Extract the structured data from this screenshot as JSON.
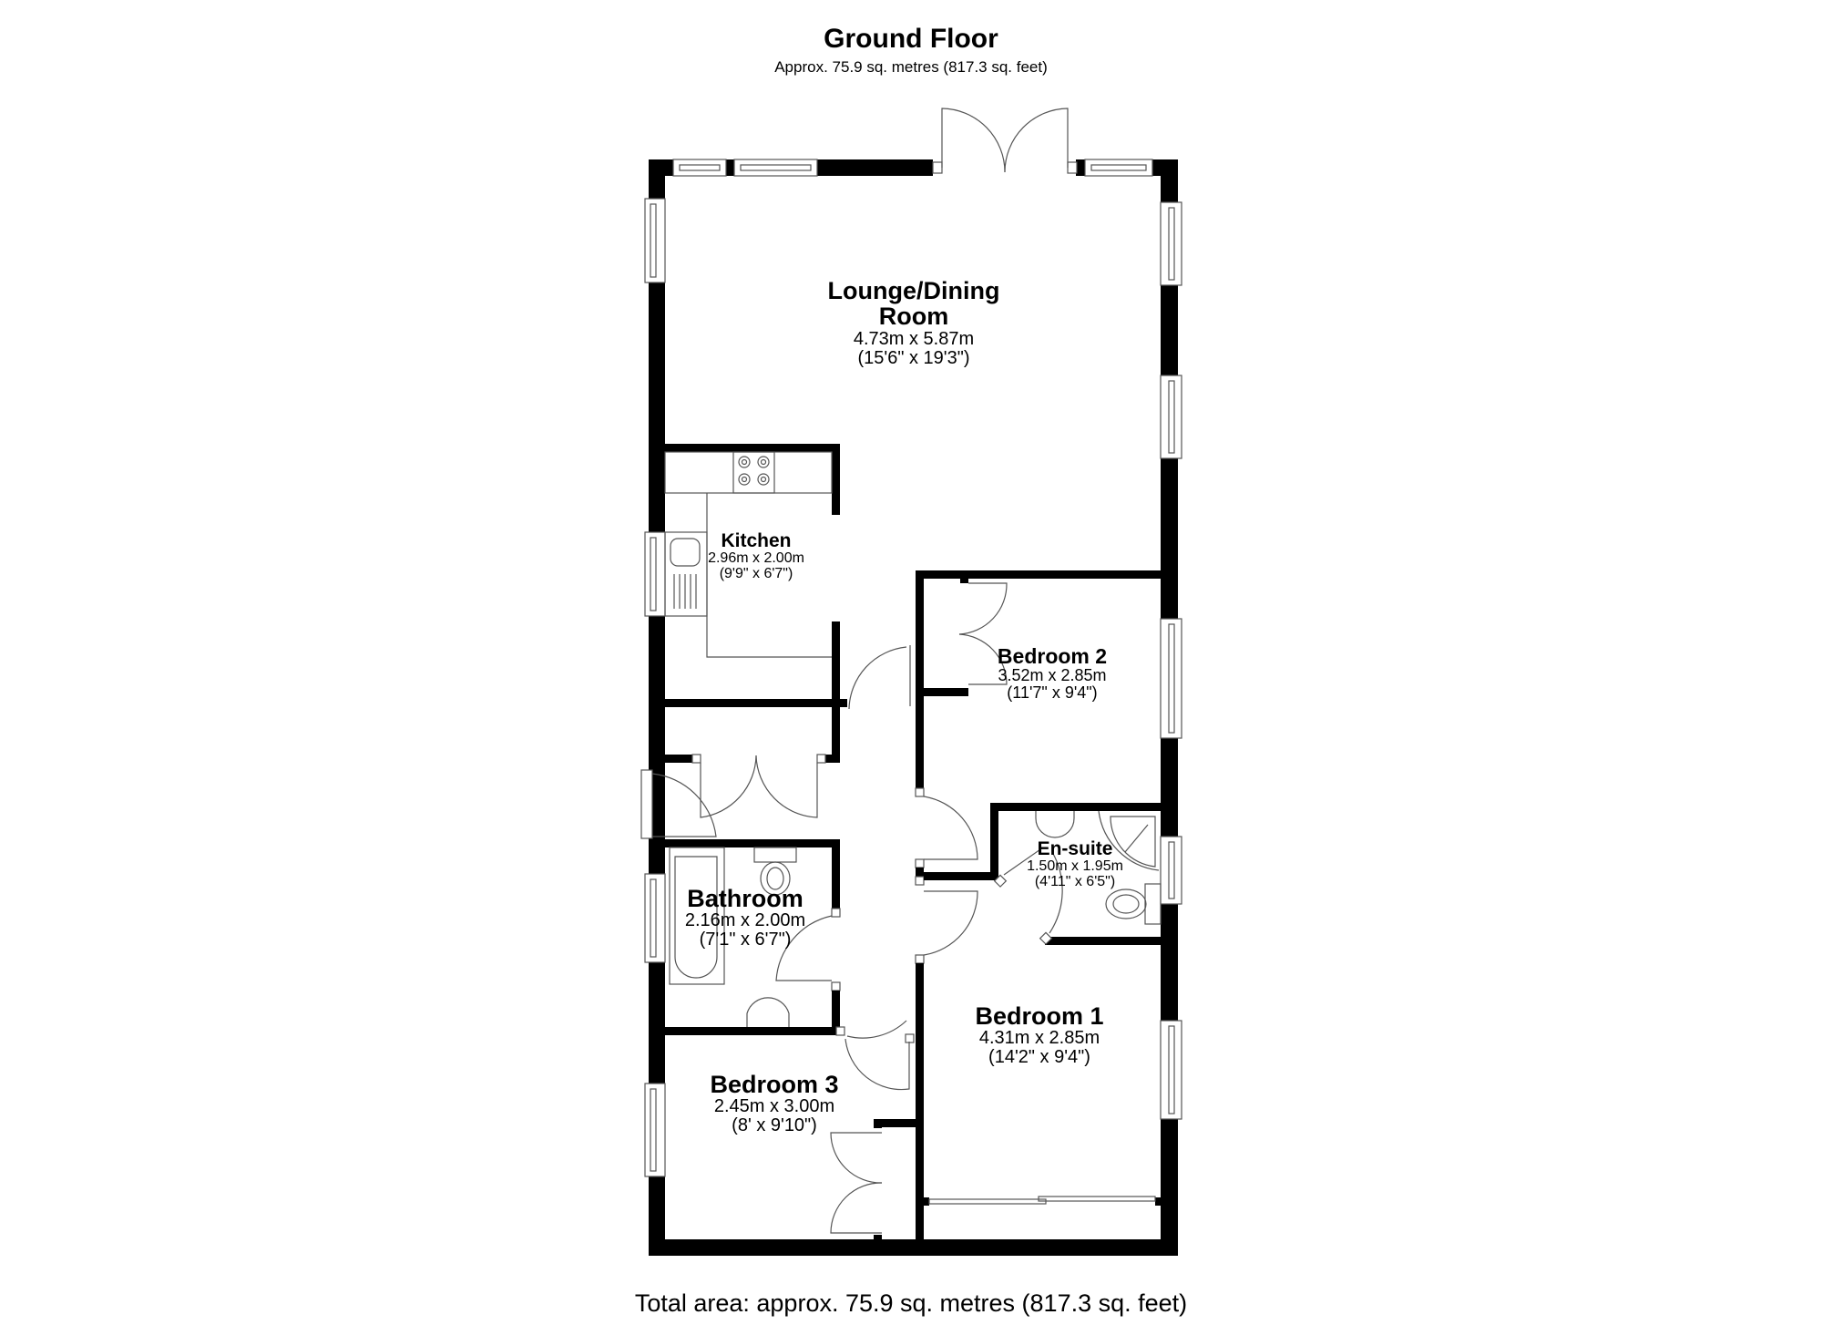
{
  "header": {
    "title": "Ground Floor",
    "subtitle": "Approx. 75.9 sq. metres (817.3 sq. feet)"
  },
  "rooms": {
    "lounge": {
      "name_line1": "Lounge/Dining",
      "name_line2": "Room",
      "metric": "4.73m x 5.87m",
      "imperial": "(15'6\" x 19'3\")"
    },
    "kitchen": {
      "name": "Kitchen",
      "metric": "2.96m x 2.00m",
      "imperial": "(9'9\" x 6'7\")"
    },
    "bedroom2": {
      "name": "Bedroom 2",
      "metric": "3.52m x 2.85m",
      "imperial": "(11'7\" x 9'4\")"
    },
    "ensuite": {
      "name": "En-suite",
      "metric": "1.50m x 1.95m",
      "imperial": "(4'11\" x 6'5\")"
    },
    "bathroom": {
      "name": "Bathroom",
      "metric": "2.16m x 2.00m",
      "imperial": "(7'1\" x 6'7\")"
    },
    "bedroom1": {
      "name": "Bedroom 1",
      "metric": "4.31m x 2.85m",
      "imperial": "(14'2\" x 9'4\")"
    },
    "bedroom3": {
      "name": "Bedroom 3",
      "metric": "2.45m x 3.00m",
      "imperial": "(8' x 9'10\")"
    }
  },
  "footer": {
    "total_area": "Total area: approx. 75.9 sq. metres (817.3 sq. feet)"
  },
  "colors": {
    "wall": "#000000",
    "fixture_line": "#555555",
    "background": "#ffffff"
  }
}
